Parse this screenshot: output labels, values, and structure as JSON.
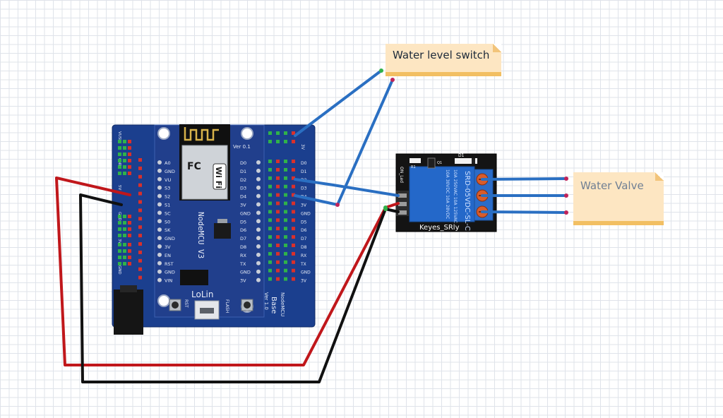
{
  "notes": {
    "switch_label": "Water level switch",
    "valve_label": "Water Valve"
  },
  "mcu_base": {
    "module_label": "NodeMCU V3",
    "brand_label": "LoLin",
    "version_label": "Ver 0.1",
    "base_label": "NodeMCU",
    "base_label2": "Base",
    "base_version": "Ver 1.0",
    "rst_label": "RST",
    "flash_label": "FLASH",
    "wifi_label": "Wi Fi",
    "fc_label": "FC",
    "left_pins": [
      "A0",
      "GND",
      "VU",
      "S3",
      "S2",
      "S1",
      "SC",
      "S0",
      "SK",
      "GND",
      "3V",
      "EN",
      "RST",
      "GND",
      "VIN"
    ],
    "right_pins": [
      "D0",
      "D1",
      "D2",
      "D3",
      "D4",
      "3V",
      "GND",
      "D5",
      "D6",
      "D7",
      "D8",
      "RX",
      "TX",
      "GND",
      "3V"
    ],
    "top_header_label": "3V",
    "side_labels": [
      "VUSB",
      "GND",
      "5V",
      "GND",
      "3V",
      "GND"
    ]
  },
  "relay": {
    "name": "Keyes_SRly",
    "part_text": "SRD-05VDC-SL-C",
    "rating1": "10A 250VAC  10A 125VAC",
    "rating2": "10A 30VDC  10A 28VDC",
    "led_label": "D1",
    "resistor_label": "R1",
    "q_label": "Q1",
    "side_text": "ON_Led"
  },
  "colors": {
    "board": "#1b3f8e",
    "relay_board": "#141414",
    "relay_body": "#2468c9",
    "wire_red": "#c0171b",
    "wire_black": "#111111",
    "wire_blue": "#2a6fc2",
    "note_fill": "#fde6c2",
    "note_edge": "#f2bf63"
  }
}
